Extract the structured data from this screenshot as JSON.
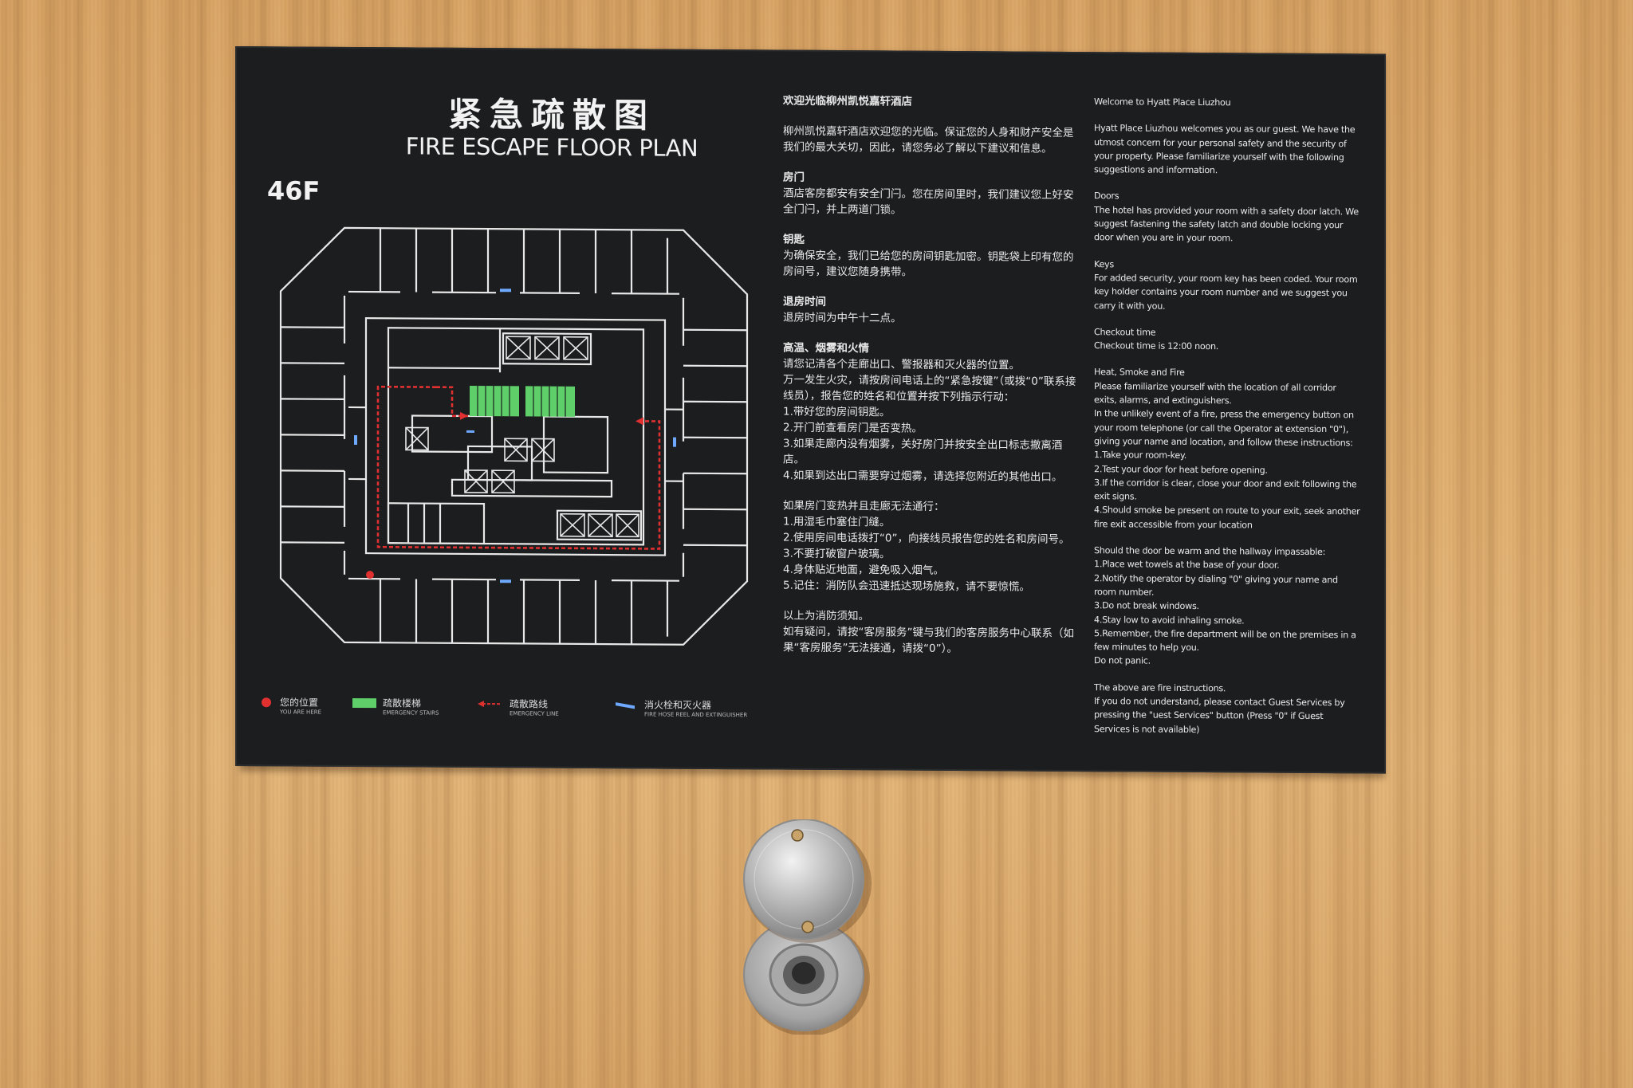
{
  "sign": {
    "title_cn": "紧急疏散图",
    "title_en": "FIRE ESCAPE FLOOR PLAN",
    "floor": "46F",
    "legend": [
      {
        "cn": "您的位置",
        "en": "YOU ARE HERE",
        "color": "#e03030"
      },
      {
        "cn": "疏散楼梯",
        "en": "EMERGENCY STAIRS",
        "color": "#5fcf6a"
      },
      {
        "cn": "疏散路线",
        "en": "EMERGENCY LINE",
        "color": "#e03030"
      },
      {
        "cn": "消火栓和灭火器",
        "en": "FIRE HOSE REEL AND EXTINGUISHER",
        "color": "#6fa8ff"
      }
    ],
    "cn": [
      "欢迎光临柳州凯悦嘉轩酒店",
      "柳州凯悦嘉轩酒店欢迎您的光临。保证您的人身和财产安全是我们的最大关切，因此，请您务必了解以下建议和信息。",
      "房门",
      "酒店客房都安有安全门闩。您在房间里时，我们建议您上好安全门闩，并上两道门锁。",
      "钥匙",
      "为确保安全，我们已给您的房间钥匙加密。钥匙袋上印有您的房间号，建议您随身携带。",
      "退房时间",
      "退房时间为中午十二点。",
      "高温、烟雾和火情",
      "请您记清各个走廊出口、警报器和灭火器的位置。",
      "万一发生火灾，请按房间电话上的“紧急按键”（或拨“0”联系接线员），报告您的姓名和位置并按下列指示行动：",
      "1.带好您的房间钥匙。",
      "2.开门前查看房门是否变热。",
      "3.如果走廊内没有烟雾，关好房门并按安全出口标志撤离酒店。",
      "4.如果到达出口需要穿过烟雾，请选择您附近的其他出口。",
      "如果房门变热并且走廊无法通行：",
      "1.用湿毛巾塞住门缝。",
      "2.使用房间电话拨打“0”，向接线员报告您的姓名和房间号。",
      "3.不要打破窗户玻璃。",
      "4.身体贴近地面，避免吸入烟气。",
      "5.记住：消防队会迅速抵达现场施救，请不要惊慌。",
      "以上为消防须知。",
      "如有疑问，请按“客房服务”键与我们的客房服务中心联系（如果“客房服务”无法接通，请拨“0”）。"
    ],
    "en": [
      "Welcome to Hyatt Place Liuzhou",
      "Hyatt Place Liuzhou welcomes you as our guest. We have the utmost concern for your personal safety and the security of your property. Please familiarize yourself with the following suggestions and information.",
      "Doors",
      "The hotel has provided your room with a safety door latch. We suggest fastening the safety latch and double locking your door when you are in your room.",
      "Keys",
      "For added security, your room key has been coded. Your room key holder contains your room number and we suggest you carry it with you.",
      "Checkout time",
      "Checkout time is 12:00 noon.",
      "Heat, Smoke and Fire",
      "Please familiarize yourself with the location of all corridor exits, alarms, and extinguishers.",
      "In the unlikely event of a fire, press the emergency button on your room telephone (or call the Operator at extension \"0\"), giving your name and location, and follow these instructions:",
      "1.Take your room-key.",
      "2.Test your door for heat before opening.",
      "3.If the corridor is clear, close your door and exit following the exit signs.",
      "4.Should smoke be present on route to your exit, seek another fire exit accessible from your location",
      "Should the door be warm and the hallway impassable:",
      "1.Place wet towels at the base of your door.",
      "2.Notify the operator by dialing \"0\" giving your name and room number.",
      "3.Do not break windows.",
      "4.Stay low to avoid inhaling smoke.",
      "5.Remember, the fire department will be on the premises in a few minutes to help you.",
      "Do not panic.",
      "The above are fire instructions.",
      "If you do not understand, please contact Guest Services by pressing the \"uest Services\" button (Press \"0\" if Guest Services is not available)"
    ]
  },
  "colors": {
    "plaque": "#1c1d1f",
    "wood": "#dfae6f",
    "line": "#e8e8e8",
    "route": "#e03030",
    "stairs": "#5fcf6a"
  }
}
